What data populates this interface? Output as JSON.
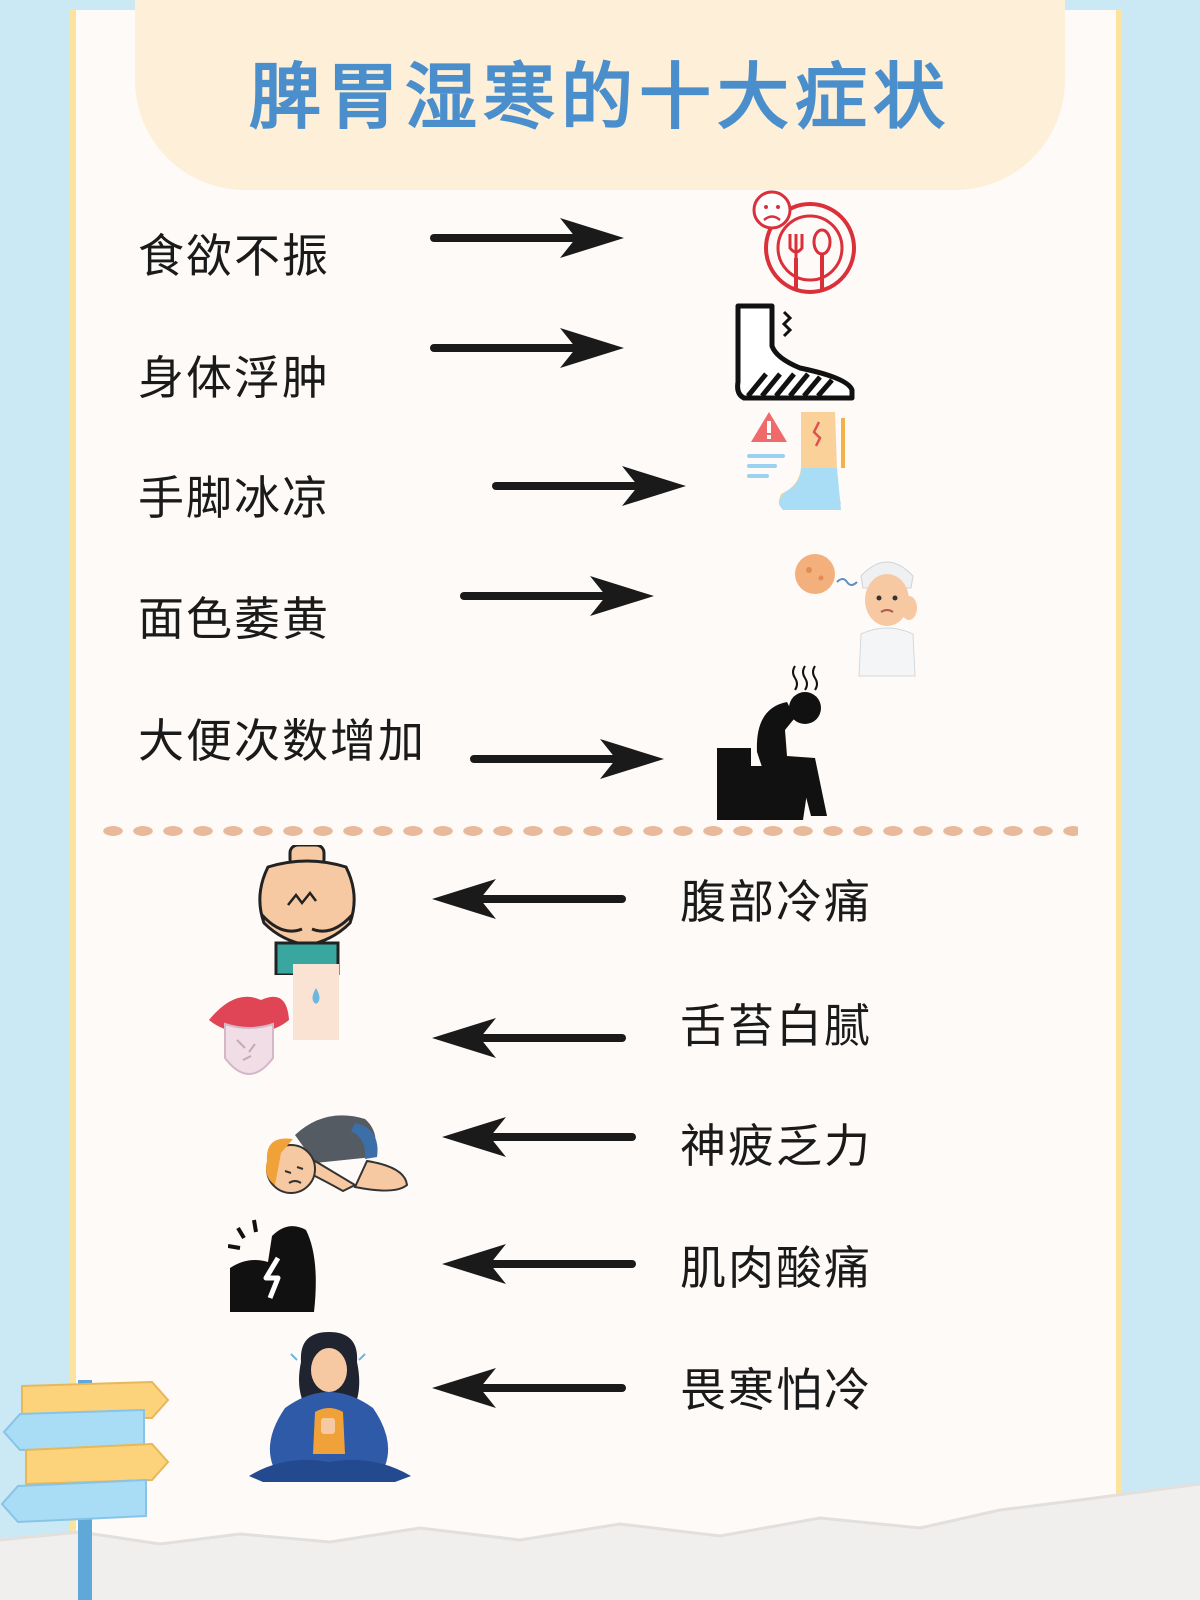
{
  "title": "脾胃湿寒的十大症状",
  "symptoms_top": [
    {
      "label": "食欲不振",
      "icon": "sad-plate-icon"
    },
    {
      "label": "身体浮肿",
      "icon": "swollen-foot-icon"
    },
    {
      "label": "手脚冰凉",
      "icon": "cold-leg-icon"
    },
    {
      "label": "面色萎黄",
      "icon": "sallow-face-woman-icon"
    },
    {
      "label": "大便次数增加",
      "icon": "toilet-person-icon"
    }
  ],
  "symptoms_bottom": [
    {
      "label": "腹部冷痛",
      "icon": "stomach-pain-icon"
    },
    {
      "label": "舌苔白腻",
      "icon": "white-tongue-icon"
    },
    {
      "label": "神疲乏力",
      "icon": "tired-person-icon"
    },
    {
      "label": "肌肉酸痛",
      "icon": "sore-muscle-icon"
    },
    {
      "label": "畏寒怕冷",
      "icon": "cold-woman-blanket-icon"
    }
  ],
  "colors": {
    "title": "#4a8fcc",
    "title_band": "#fdefd8",
    "background": "#cbe9f5",
    "page": "#fefaf8",
    "border": "#fce3a0",
    "divider": "#e8b99a",
    "text": "#1a1a1a"
  }
}
